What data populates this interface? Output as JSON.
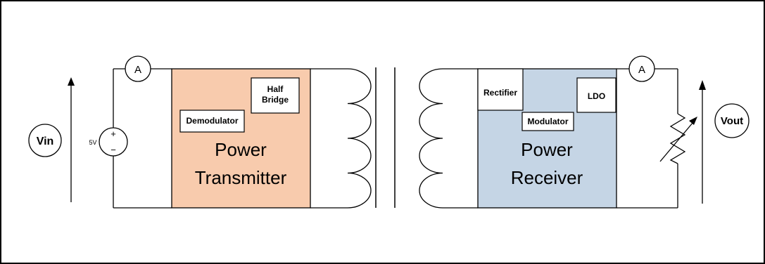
{
  "diagram": {
    "input": {
      "voltage_label": "Vin",
      "source_value": "5V",
      "source_plus": "+",
      "source_minus": "−",
      "ammeter": "A"
    },
    "transmitter": {
      "title_line1": "Power",
      "title_line2": "Transmitter",
      "demodulator": "Demodulator",
      "half_bridge_line1": "Half",
      "half_bridge_line2": "Bridge",
      "color": "#F8CBAD"
    },
    "receiver": {
      "title_line1": "Power",
      "title_line2": "Receiver",
      "rectifier": "Rectifier",
      "modulator": "Modulator",
      "ldo": "LDO",
      "color": "#C5D5E5"
    },
    "output": {
      "voltage_label": "Vout",
      "ammeter": "A"
    }
  }
}
